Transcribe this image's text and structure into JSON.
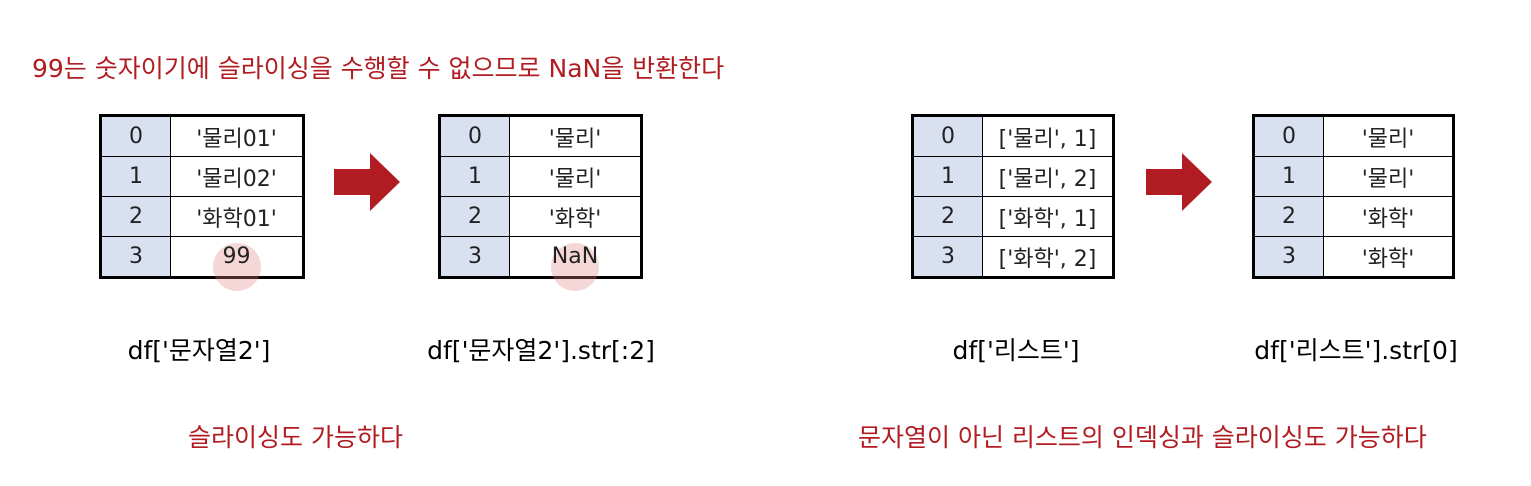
{
  "top_note": "99는 숫자이기에 슬라이싱을 수행할 수 없으므로 NaN을 반환한다",
  "bottom_left_note": "슬라이싱도 가능하다",
  "bottom_right_note": "문자열이 아닌 리스트의 인덱싱과 슬라이싱도 가능하다",
  "colors": {
    "note": "#b01c22",
    "arrow": "#b01c22",
    "index_cell": "#d9e0f0",
    "highlight": "#e18282"
  },
  "tables": [
    {
      "caption": "df['문자열2']",
      "rows": [
        [
          "0",
          "'물리01'"
        ],
        [
          "1",
          "'물리02'"
        ],
        [
          "2",
          "'화학01'"
        ],
        [
          "3",
          "99"
        ]
      ]
    },
    {
      "caption": "df['문자열2'].str[:2]",
      "rows": [
        [
          "0",
          "'물리'"
        ],
        [
          "1",
          "'물리'"
        ],
        [
          "2",
          "'화학'"
        ],
        [
          "3",
          "NaN"
        ]
      ]
    },
    {
      "caption": "df['리스트']",
      "rows": [
        [
          "0",
          "['물리', 1]"
        ],
        [
          "1",
          "['물리', 2]"
        ],
        [
          "2",
          "['화학', 1]"
        ],
        [
          "3",
          "['화학', 2]"
        ]
      ]
    },
    {
      "caption": "df['리스트'].str[0]",
      "rows": [
        [
          "0",
          "'물리'"
        ],
        [
          "1",
          "'물리'"
        ],
        [
          "2",
          "'화학'"
        ],
        [
          "3",
          "'화학'"
        ]
      ]
    }
  ]
}
